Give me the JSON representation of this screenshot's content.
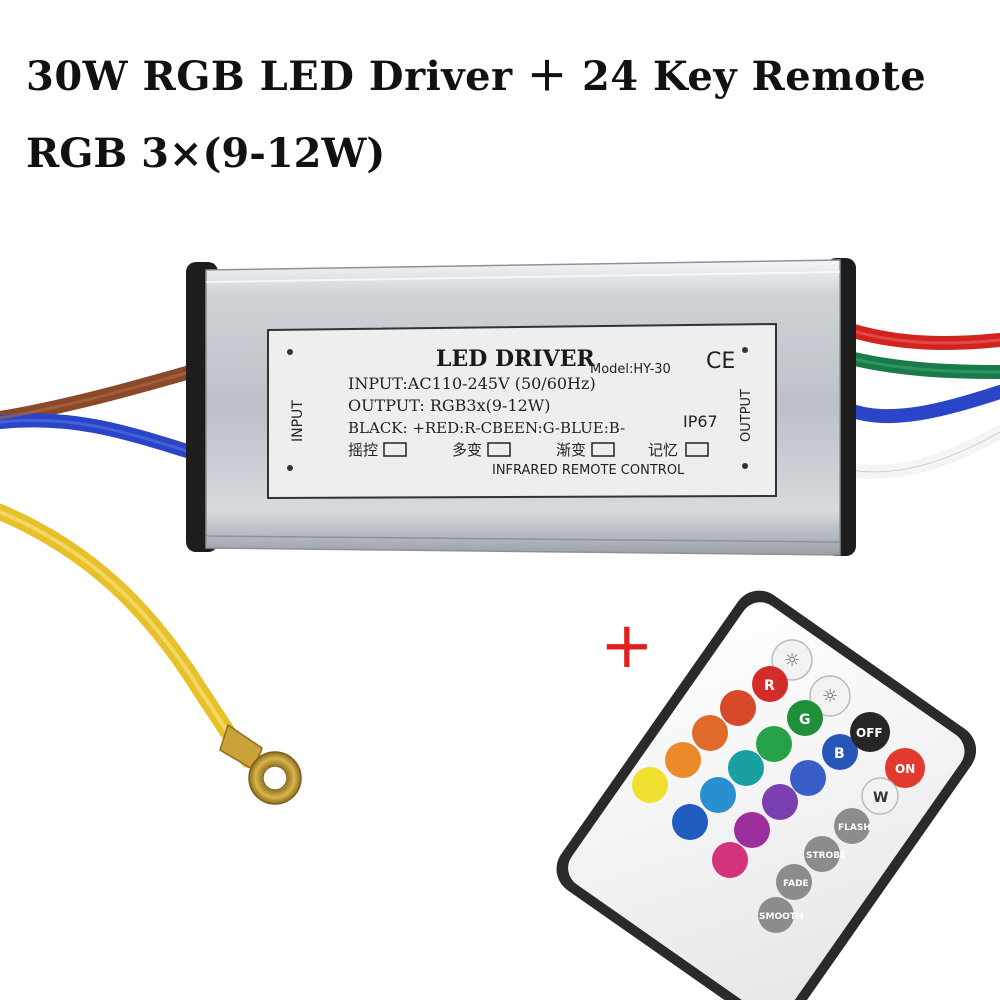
{
  "headline": {
    "line1": "30W RGB LED Driver ＋ 24 Key Remote",
    "line2": "RGB 3×(9-12W)"
  },
  "driver_label": {
    "title": "LED DRIVER",
    "model": "Model:HY-30",
    "ce_mark": "CE",
    "input_spec": "INPUT:AC110-245V  (50/60Hz)",
    "output_spec": "OUTPUT: RGB3x(9-12W)",
    "wiring": "BLACK: +RED:R-CBEEN:G-BLUE:B-",
    "ip_rating": "IP67",
    "mode_1": "摇控",
    "mode_2": "多变",
    "mode_3": "渐变",
    "mode_4": "记忆",
    "footer": "INFRARED REMOTE CONTROL",
    "side_left": "INPUT",
    "side_right": "OUTPUT"
  },
  "plus_sign": "+",
  "remote": {
    "r": "R",
    "g": "G",
    "b": "B",
    "w": "W",
    "off": "OFF",
    "on": "ON",
    "flash": "FLASH",
    "strobe": "STROBE",
    "fade": "FADE",
    "smooth": "SMOOTH"
  },
  "colors": {
    "plus": "#e0201c",
    "red": "#d42b2b",
    "green": "#1f8f3a",
    "blue": "#2855b8",
    "white_key": "#f2f2f2",
    "grey_key": "#8c8c8c",
    "on_key": "#e23b2e",
    "off_key": "#262626",
    "wire_red": "#d3231f",
    "wire_green": "#1b7a4a",
    "wire_blue": "#2a45c8",
    "wire_brown": "#8a4a2a",
    "wire_yellow": "#e7c02a"
  }
}
